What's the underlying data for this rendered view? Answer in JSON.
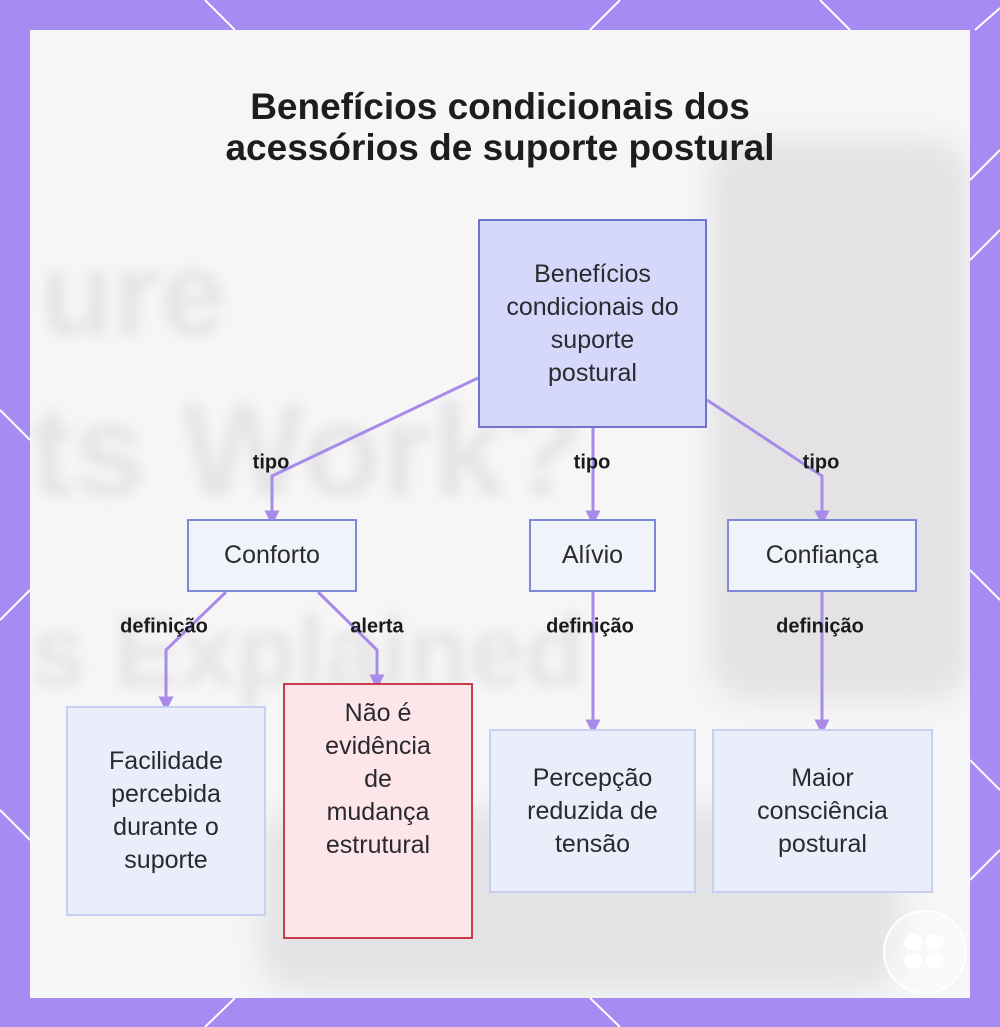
{
  "title": {
    "line1": "Benefícios condicionais dos",
    "line2": "acessórios de suporte postural"
  },
  "colors": {
    "frame": "#a58bf2",
    "panel": "#f6f6f7",
    "edge": "#a88be8",
    "root_fill": "#d6d8fb",
    "alert_border": "#cc3b4c"
  },
  "diagram": {
    "nodes": {
      "root": "Benefícios condicionais do suporte postural",
      "conforto": "Conforto",
      "alivio": "Alívio",
      "confianca": "Confiança",
      "facilidade": "Facilidade percebida durante o suporte",
      "nao_evidencia": "Não é evidência de mudança estrutural",
      "percepcao": "Percepção reduzida de tensão",
      "consciencia": "Maior consciência postural"
    },
    "edges": [
      {
        "from": "root",
        "to": "conforto",
        "label": "tipo"
      },
      {
        "from": "root",
        "to": "alivio",
        "label": "tipo"
      },
      {
        "from": "root",
        "to": "confianca",
        "label": "tipo"
      },
      {
        "from": "conforto",
        "to": "facilidade",
        "label": "definição"
      },
      {
        "from": "conforto",
        "to": "nao_evidencia",
        "label": "alerta"
      },
      {
        "from": "alivio",
        "to": "percepcao",
        "label": "definição"
      },
      {
        "from": "confianca",
        "to": "consciencia",
        "label": "definição"
      }
    ]
  },
  "logo_icon": "brain-icon"
}
